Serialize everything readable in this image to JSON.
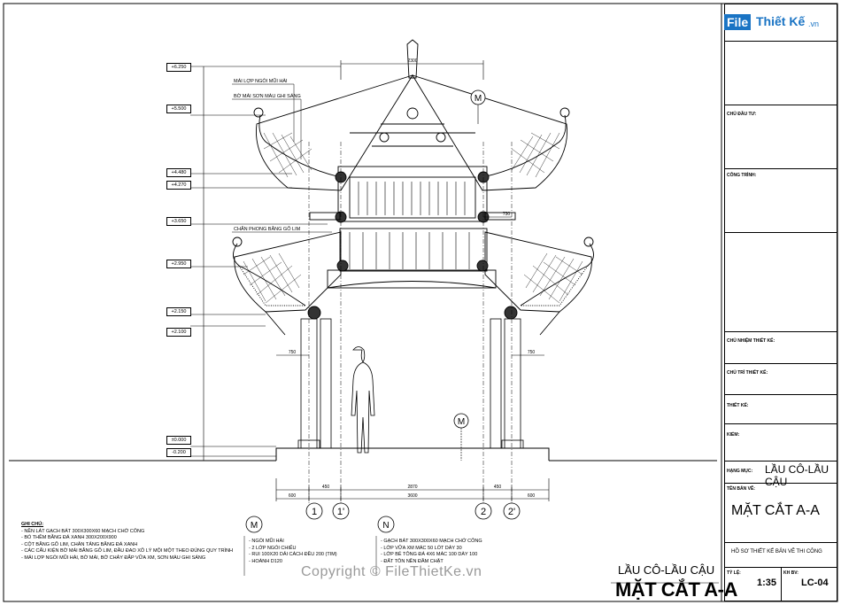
{
  "levels": [
    "+6.250",
    "+5.500",
    "+4.480",
    "+4.270",
    "+3.650",
    "+2.950",
    "+2.150",
    "+2.100",
    "±0.000",
    "-0.200"
  ],
  "annotations": {
    "roof_tile": "MÁI LỢP NGÓI MŨI HÀI",
    "ridge_paint": "BỜ MÁI SƠN MÀU GHI SÁNG",
    "wood_panel": "CHẮN PHONG BẰNG GỖ LIM"
  },
  "markers": {
    "M": "M",
    "N": "N",
    "axis1": "1",
    "axis1p": "1'",
    "axis2": "2",
    "axis2p": "2'"
  },
  "dimensions": {
    "top_span": "2300",
    "overall": "3600",
    "inner": "2870",
    "left_overhang": "750",
    "right_overhang": "750",
    "side_a": "450",
    "side_b": "450",
    "edge_l": "600",
    "edge_r": "600",
    "bay": "730"
  },
  "notes_title": "GHI CHÚ:",
  "notes": [
    "- NỀN LÁT GẠCH BÁT 300X300X60 MẠCH CHỚ CÔNG",
    "- BÓ THỀM BẰNG ĐÁ XANH 300X200X900",
    "- CỘT BẰNG GỖ LIM, CHÂN TẢNG BẰNG ĐÁ XANH",
    "- CÁC CẤU KIỆN BỜ MÁI BẰNG GỖ LIM, ĐẦU ĐAO XÔ LÝ MỘI MỘT THEO ĐÚNG QUY TRÌNH",
    "- MÁI LỢP NGÓI MŨI HÀI, BỜ MÁI, BỜ CHẢY ĐẮP VỮA XM, SƠN MÀU GHI SÁNG"
  ],
  "legend_m": [
    "- NGÓI MŨI HÀI",
    "- 2 LỚP NGÓI CHIẾU",
    "- RUI 100X20 DẢI CÁCH ĐỀU 200 (TIM)",
    "- HOÀNH D120"
  ],
  "legend_n": [
    "- GẠCH BÁT 300X300X60 MẠCH CHỚ CÔNG",
    "- LỚP VỮA XM MÁC 50 LÓT DÀY 30",
    "- LỚP BÊ TÔNG ĐÁ 4X6 MÁC 100 DÀY 100",
    "- ĐẤT TÔN NỀN ĐẦM CHẶT"
  ],
  "drawing_title_small": "LẦU CÔ-LẦU CẬU",
  "drawing_title_big": "MẶT CẮT A-A",
  "watermark": "Copyright © FileThietKe.vn",
  "titleblock": {
    "logo_a": "File",
    "logo_b": "Thiết Kế",
    "logo_c": ".vn",
    "owner": "CHỦ ĐẦU TƯ:",
    "project": "CÔNG TRÌNH:",
    "lead": "CHỦ NHIỆM THIẾT KẾ:",
    "chief": "CHỦ TRÌ THIẾT KẾ:",
    "design": "THIẾT KẾ:",
    "check": "KIỂM:",
    "item_label": "HẠNG MỤC:",
    "item_value": "LẦU CÔ-LẦU CẬU",
    "sheet_label": "TÊN BẢN VẼ:",
    "sheet_value": "MẶT CẮT A-A",
    "stage": "HỒ SƠ THIẾT KẾ BẢN VẼ THI CÔNG",
    "scale_label": "TỶ LỆ:",
    "scale_value": "1:35",
    "code_label": "KH BV:",
    "code_value": "LC-04"
  }
}
